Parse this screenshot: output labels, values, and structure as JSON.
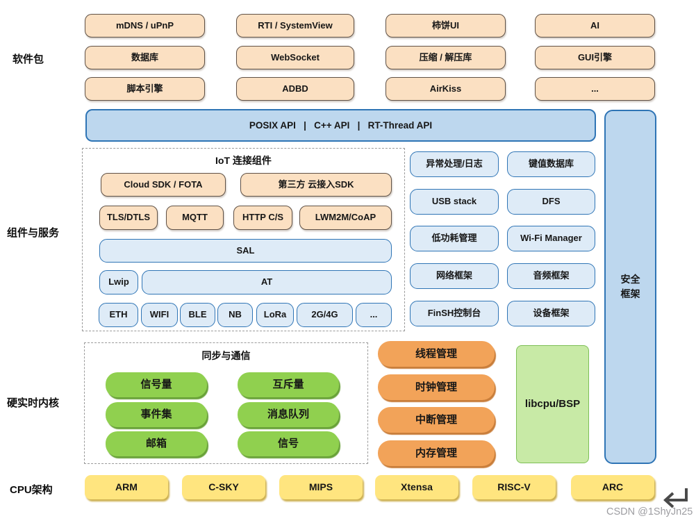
{
  "colors": {
    "peach_fill": "#FBE0C2",
    "peach_border": "#5F5146",
    "blue_bar_fill": "#BDD7EE",
    "blue_border": "#2E74B5",
    "lightblue_fill": "#DEEBF7",
    "green_fill": "#90D04F",
    "green_shadow": "#69A239",
    "orange_fill": "#F2A359",
    "orange_shadow": "#C97E3B",
    "libcpu_fill": "#C8EAA6",
    "libcpu_border": "#7DBF56",
    "yellow_fill": "#FFE57F",
    "yellow_shadow": "#CDB050"
  },
  "packages": {
    "label": "软件包",
    "items": [
      "mDNS / uPnP",
      "RTI / SystemView",
      "柿饼UI",
      "AI",
      "数据库",
      "WebSocket",
      "压缩 / 解压库",
      "GUI引擎",
      "脚本引擎",
      "ADBD",
      "AirKiss",
      "..."
    ]
  },
  "api_bar": {
    "label": "POSIX API   |   C++ API   |   RT-Thread API"
  },
  "components": {
    "label": "组件与服务",
    "iot": {
      "title": "IoT 连接组件",
      "cloud_sdk": "Cloud SDK / FOTA",
      "third_party": "第三方 云接入SDK",
      "protocols": [
        "TLS/DTLS",
        "MQTT",
        "HTTP C/S",
        "LWM2M/CoAP"
      ],
      "sal": "SAL",
      "lwip": "Lwip",
      "at": "AT",
      "links": [
        "ETH",
        "WIFI",
        "BLE",
        "NB",
        "LoRa",
        "2G/4G",
        "..."
      ]
    },
    "services": [
      "异常处理/日志",
      "键值数据库",
      "USB stack",
      "DFS",
      "低功耗管理",
      "Wi-Fi Manager",
      "网络框架",
      "音频框架",
      "FinSH控制台",
      "设备框架"
    ],
    "security": "安全框架"
  },
  "kernel": {
    "label": "硬实时内核",
    "sync": {
      "title": "同步与通信",
      "items": [
        "信号量",
        "互斥量",
        "事件集",
        "消息队列",
        "邮箱",
        "信号"
      ]
    },
    "managers": [
      "线程管理",
      "时钟管理",
      "中断管理",
      "内存管理"
    ],
    "libcpu": "libcpu/BSP"
  },
  "cpu": {
    "label": "CPU架构",
    "items": [
      "ARM",
      "C-SKY",
      "MIPS",
      "Xtensa",
      "RISC-V",
      "ARC"
    ]
  },
  "watermark": {
    "text": "CSDN @1ShyJn25"
  }
}
